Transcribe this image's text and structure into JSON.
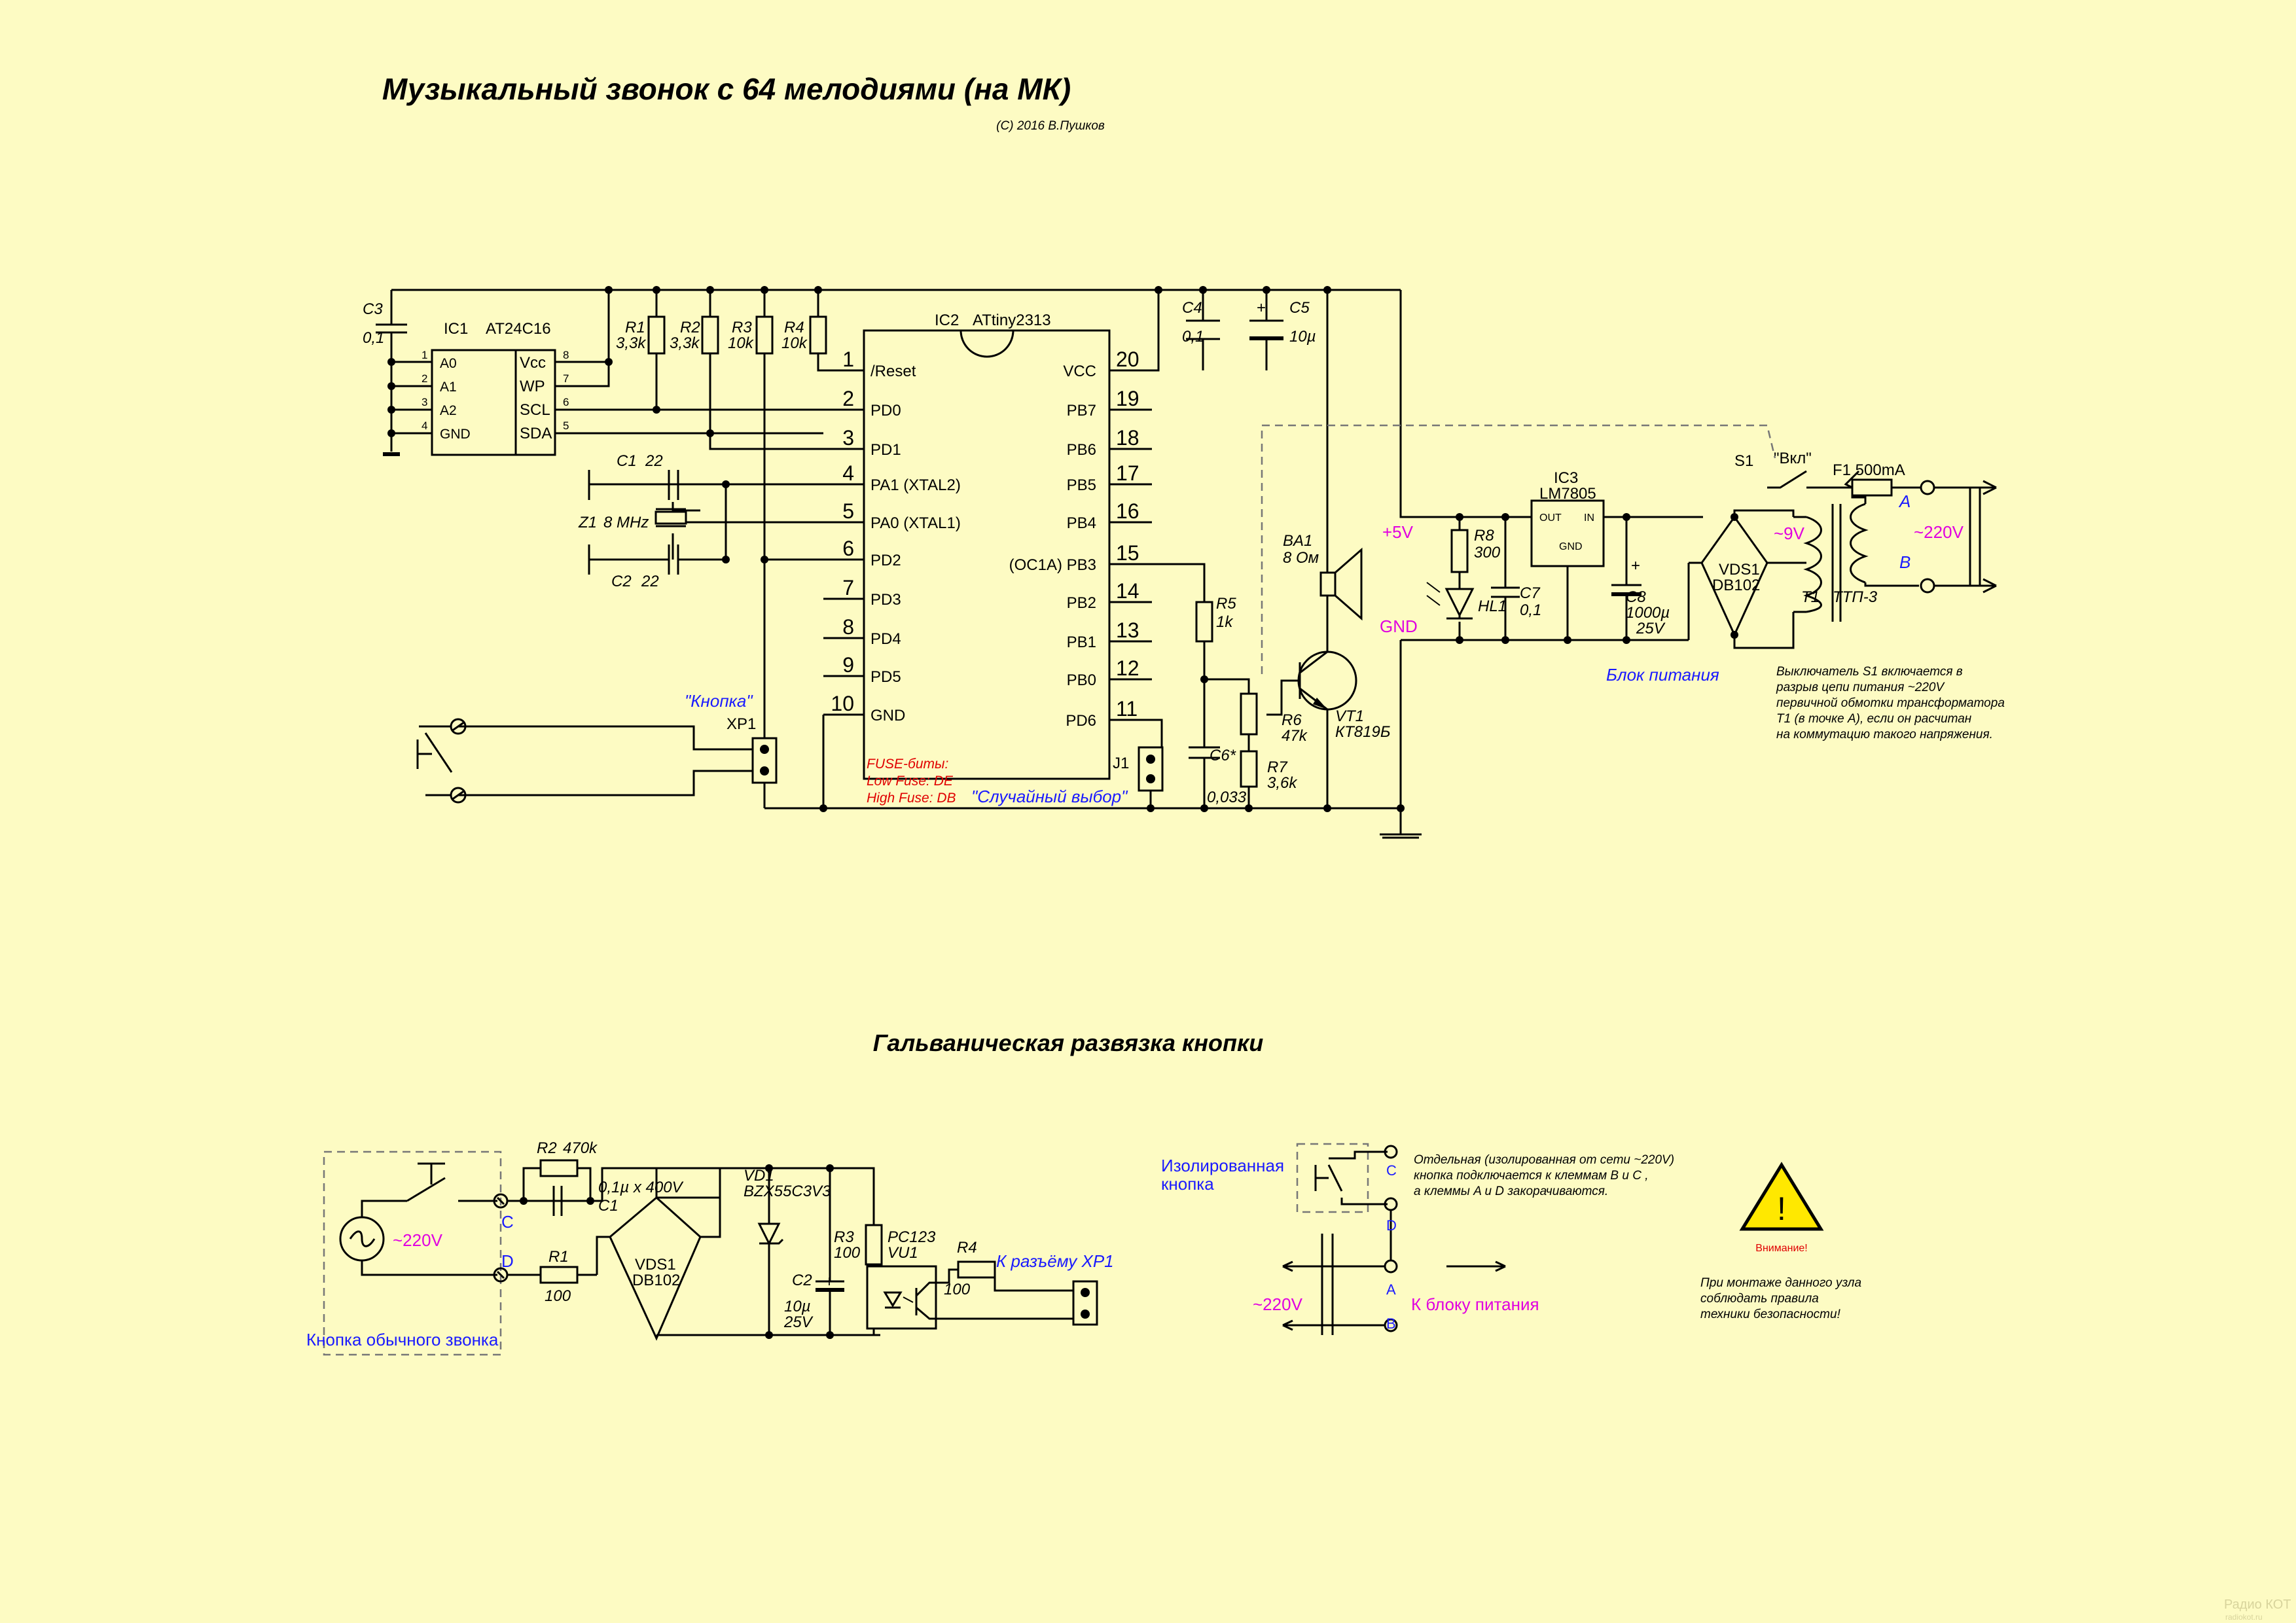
{
  "title": "Музыкальный звонок с 64 мелодиями (на МК)",
  "copyright": "(C) 2016 В.Пушков",
  "ic1": {
    "ref": "IC1",
    "name": "AT24C16",
    "left_pins": [
      "A0",
      "A1",
      "A2",
      "GND"
    ],
    "left_nums": [
      "1",
      "2",
      "3",
      "4"
    ],
    "right_pins": [
      "Vcc",
      "WP",
      "SCL",
      "SDA"
    ],
    "right_nums": [
      "8",
      "7",
      "6",
      "5"
    ]
  },
  "ic2": {
    "ref": "IC2",
    "name": "ATtiny2313",
    "left_pins": [
      "/Reset",
      "PD0",
      "PD1",
      "PA1 (XTAL2)",
      "PA0 (XTAL1)",
      "PD2",
      "PD3",
      "PD4",
      "PD5",
      "GND"
    ],
    "left_nums": [
      "1",
      "2",
      "3",
      "4",
      "5",
      "6",
      "7",
      "8",
      "9",
      "10"
    ],
    "right_pins": [
      "VCC",
      "PB7",
      "PB6",
      "PB5",
      "PB4",
      "(OC1A) PB3",
      "PB2",
      "PB1",
      "PB0",
      "PD6"
    ],
    "right_nums": [
      "20",
      "19",
      "18",
      "17",
      "16",
      "15",
      "14",
      "13",
      "12",
      "11"
    ]
  },
  "ic3": {
    "ref": "IC3",
    "name": "LM7805",
    "out": "OUT",
    "in": "IN",
    "gnd": "GND"
  },
  "parts": {
    "c3": "C3",
    "c3v": "0,1",
    "r1": "R1",
    "r1v": "3,3k",
    "r2": "R2",
    "r2v": "3,3k",
    "r3": "R3",
    "r3v": "10k",
    "r4": "R4",
    "r4v": "10k",
    "c1": "C1",
    "c1v": "22",
    "c2": "C2",
    "c2v": "22",
    "z1": "Z1",
    "z1v": "8 MHz",
    "c4": "C4",
    "c4v": "0,1",
    "c5": "C5",
    "c5v": "10µ",
    "c5plus": "+",
    "ba1": "BA1",
    "ba1v": "8 Ом",
    "r5": "R5",
    "r5v": "1k",
    "r6": "R6",
    "r6v": "47k",
    "r7": "R7",
    "r7v": "3,6k",
    "c6": "C6*",
    "c6v": "0,033",
    "vt1": "VT1",
    "vt1v": "КТ819Б",
    "j1": "J1",
    "xp1": "XP1",
    "r8": "R8",
    "r8v": "300",
    "hl1": "HL1",
    "c7": "C7",
    "c7v": "0,1",
    "c8": "C8",
    "c8v": "1000µ",
    "c8v2": "25V",
    "c8plus": "+",
    "vds1": "VDS1",
    "vds1v": "DB102",
    "t1": "T1",
    "t1v": "ТТП-3",
    "s1": "S1",
    "s1v": "\"Вкл\"",
    "f1": "F1 500mA"
  },
  "labels": {
    "knopka": "\"Кнопка\"",
    "fuse1": "FUSE-биты:",
    "fuse2": "Low Fuse:  DE",
    "fuse3": "High Fuse: DB",
    "random": "\"Случайный выбор\"",
    "plus5": "+5V",
    "gnd": "GND",
    "ac9": "~9V",
    "ac220": "~220V",
    "A": "A",
    "B": "B",
    "psu": "Блок питания",
    "s1_note": [
      "Выключатель S1 включается в",
      "разрыв цепи питания ~220V",
      "первичной обмотки трансформатора",
      "T1 (в точке А), если он расчитан",
      "на коммутацию такого напряжения."
    ]
  },
  "isolation": {
    "title": "Гальваническая развязка кнопки",
    "r2": "R2",
    "r2v": "470k",
    "c1": "C1",
    "c1v": "0,1µ x 400V",
    "r1": "R1",
    "r1v": "100",
    "vds1": "VDS1",
    "vds1v": "DB102",
    "vd1": "VD1",
    "vd1v": "BZX55C3V3",
    "c2": "C2",
    "c2v": "10µ",
    "c2v2": "25V",
    "c2plus": "+",
    "r3": "R3",
    "r3v": "100",
    "pc": "PC123",
    "pcref": "VU1",
    "r4": "R4",
    "r4v": "100",
    "to_xp1": "К разъёму XP1",
    "ac220": "~220V",
    "C": "C",
    "D": "D",
    "doorbell": "Кнопка обычного звонка"
  },
  "wiring": {
    "iso_button": [
      "Изолированная",
      "кнопка"
    ],
    "ac220": "~220V",
    "to_psu": "К блоку питания",
    "C": "C",
    "D": "D",
    "A": "A",
    "B": "B",
    "note": [
      "Отдельная (изолированная от сети ~220V)",
      "кнопка подключается к клеммам B и C ,",
      "а клеммы A и D закорачиваются."
    ]
  },
  "warning": {
    "badge": "Внимание!",
    "text": [
      "При монтаже данного узла",
      "соблюдать правила",
      "техники безопасности!"
    ]
  },
  "watermark": [
    "Радио КОТ",
    "radiokot.ru"
  ],
  "colors": {
    "background": "#fdfbc3",
    "wire": "#000000",
    "accent_blue": "#1a1aff",
    "accent_magenta": "#e000e0",
    "accent_red": "#e00000",
    "warning_yellow": "#ffe800"
  }
}
